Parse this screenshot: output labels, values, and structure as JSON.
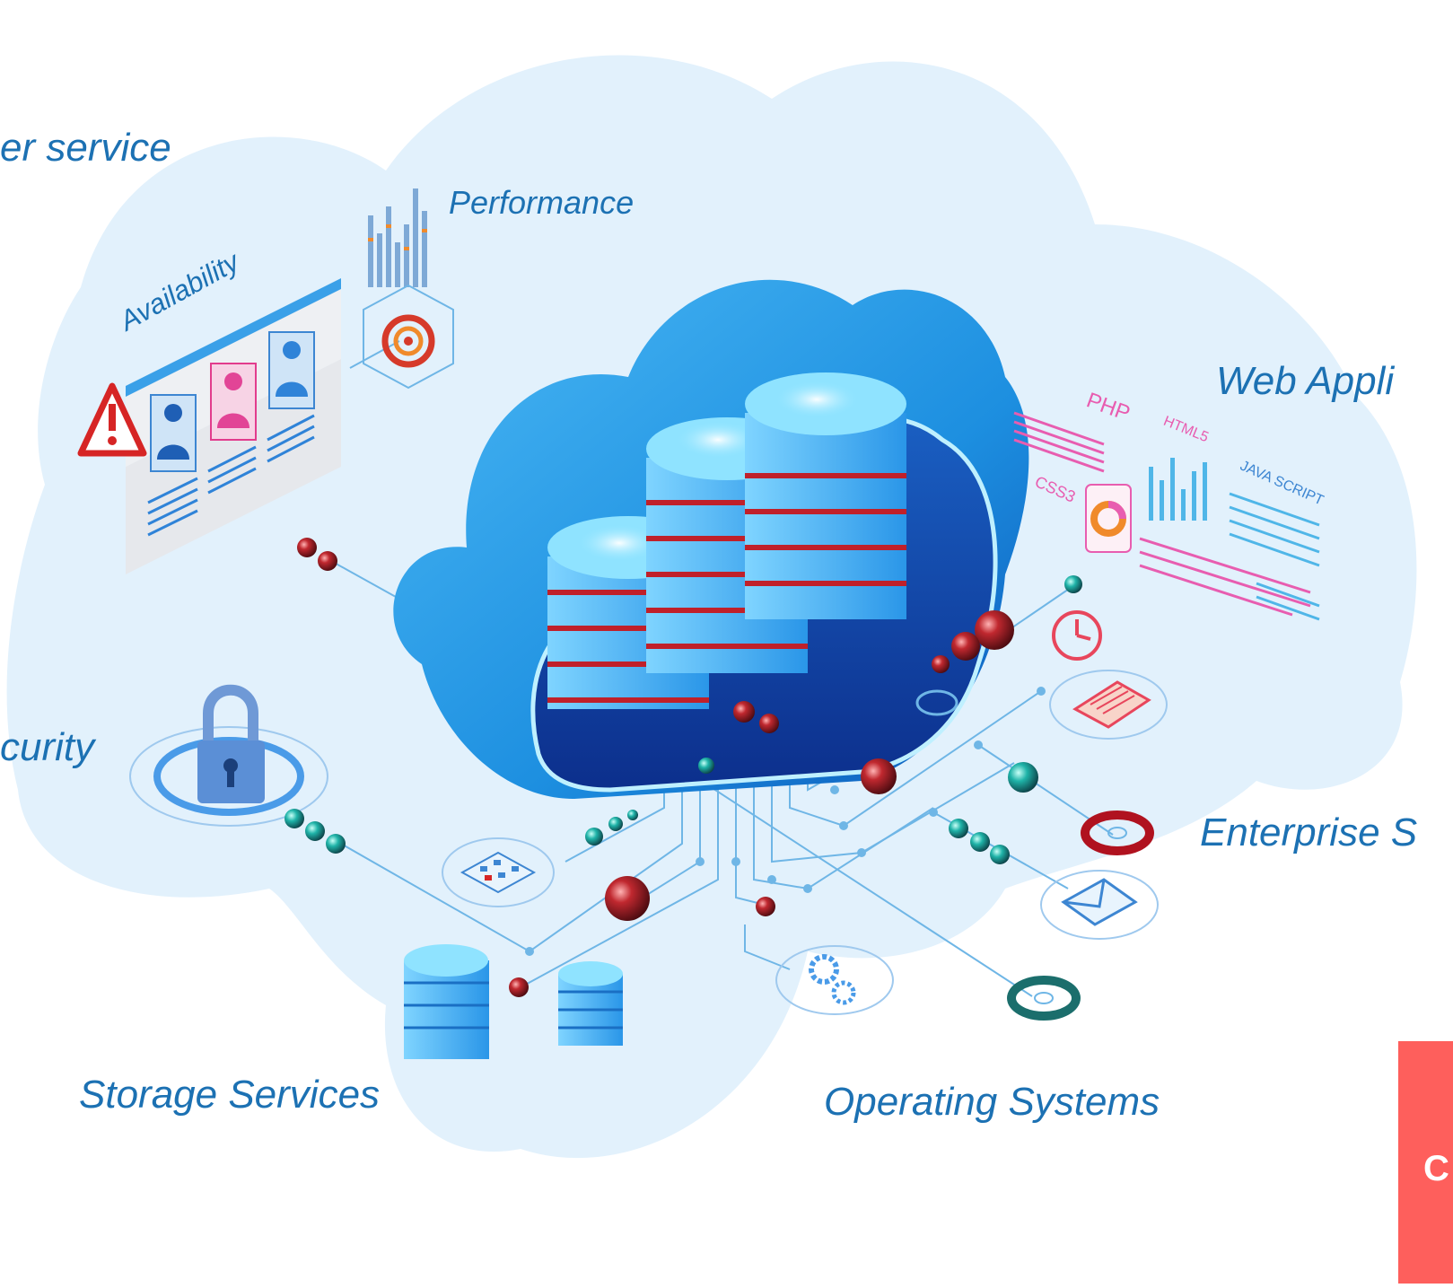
{
  "labels": {
    "customer_service": "er service",
    "performance": "Performance",
    "availability": "Availability",
    "web_applications": "Web Appli",
    "security": "curity",
    "enterprise": "Enterprise S",
    "storage_services": "Storage Services",
    "operating_systems": "Operating Systems"
  },
  "tech": {
    "php": "PHP",
    "html5": "HTML5",
    "java_script": "JAVA SCRIPT",
    "css3": "CSS3"
  },
  "cta": {
    "label": "C"
  },
  "colors": {
    "cloud_bg": "#e2f1fc",
    "label_text": "#1c71b3",
    "cloud_blue": "#2f9fea",
    "accent_red": "#d62525",
    "accent_teal": "#1fb3a8",
    "cta_bg": "#fe5f5c"
  },
  "icons": [
    "warning-icon",
    "target-icon",
    "lock-icon",
    "clock-icon",
    "document-icon",
    "mail-icon",
    "gears-icon",
    "calendar-icon",
    "server-icon",
    "cloud-icon"
  ]
}
